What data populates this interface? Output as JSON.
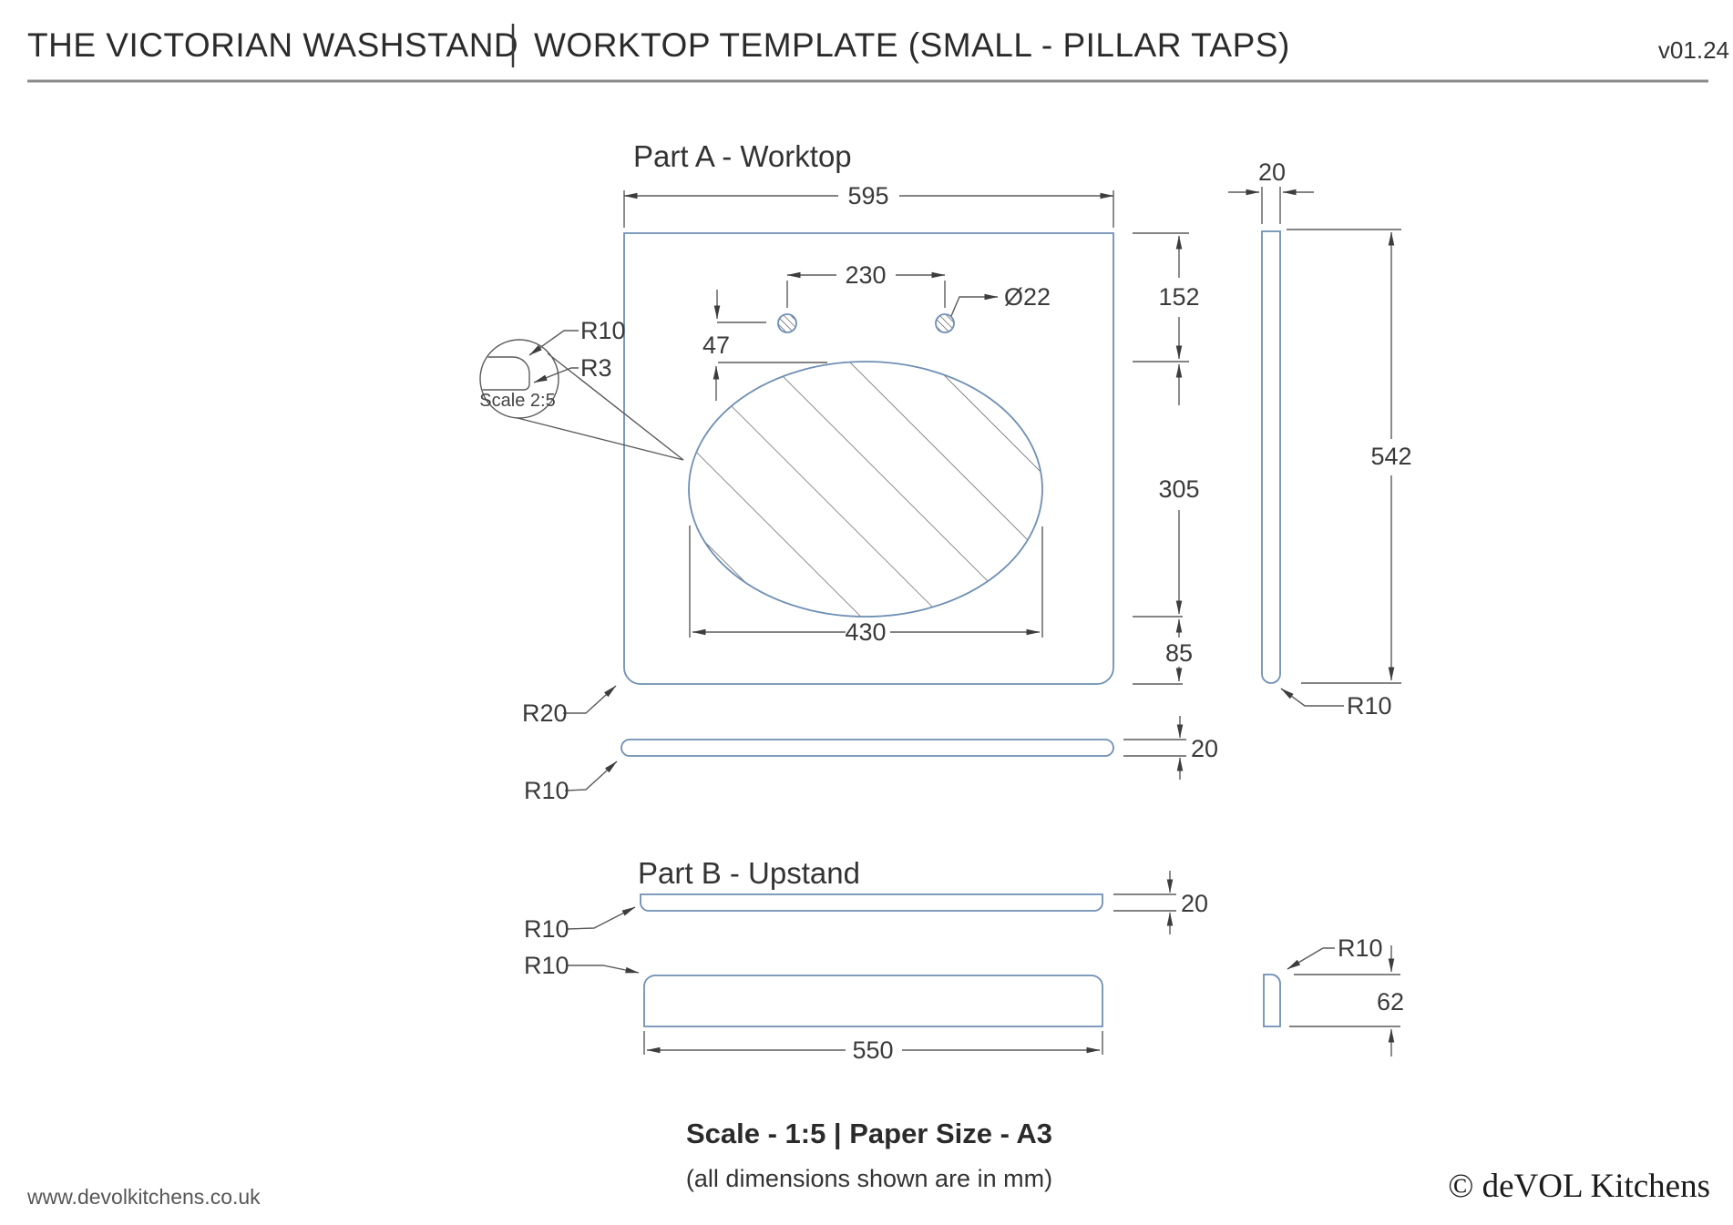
{
  "header": {
    "title_left": "THE VICTORIAN WASHSTAND",
    "title_right": "WORKTOP TEMPLATE (SMALL - PILLAR TAPS)",
    "version": "v01.24"
  },
  "part_a": {
    "title": "Part A - Worktop",
    "width": "595",
    "hole_spacing": "230",
    "hole_diameter": "Ø22",
    "hole_offset": "47",
    "detail_r10": "R10",
    "detail_r3": "R3",
    "detail_scale": "Scale 2:5",
    "dim_top": "152",
    "dim_cutout_height": "305",
    "dim_bottom": "85",
    "cutout_width": "430",
    "corner_radius": "R20",
    "edge_radius": "R10",
    "edge_thickness": "20",
    "side_thickness": "20",
    "side_height": "542",
    "side_radius": "R10"
  },
  "part_b": {
    "title": "Part B - Upstand",
    "plan_radius": "R10",
    "front_radius": "R10",
    "plan_thickness": "20",
    "length": "550",
    "end_radius": "R10",
    "end_height": "62"
  },
  "footer": {
    "scale_line": "Scale - 1:5   |   Paper Size - A3",
    "units_line": "(all dimensions shown are in mm)",
    "website": "www.devolkitchens.co.uk",
    "copyright": "© deVOL Kitchens"
  },
  "colors": {
    "part_outline": "#6f8fb4",
    "drafting_lines": "#5a5a5a",
    "text": "#3a3a3a"
  }
}
